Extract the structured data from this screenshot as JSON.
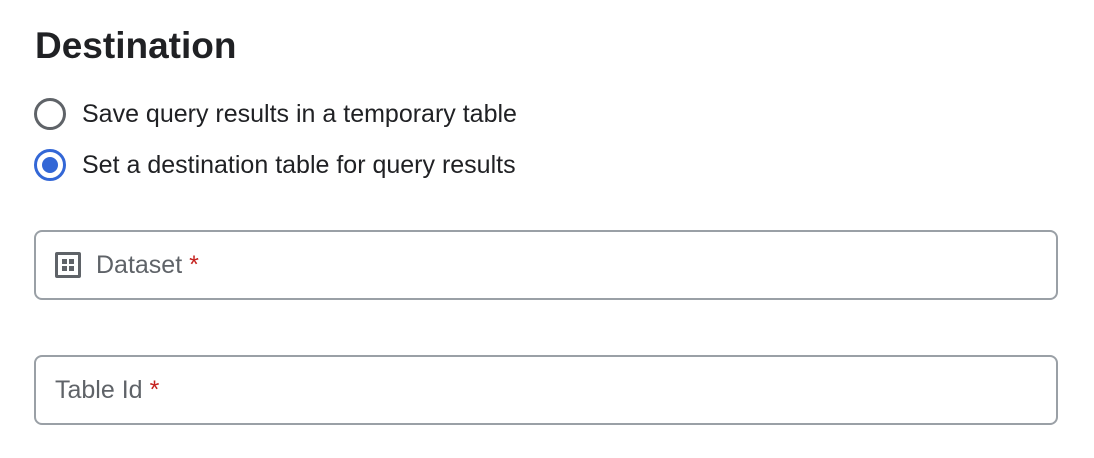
{
  "section": {
    "title": "Destination"
  },
  "destination_options": [
    {
      "label": "Save query results in a temporary table",
      "selected": false
    },
    {
      "label": "Set a destination table for query results",
      "selected": true
    }
  ],
  "fields": {
    "dataset": {
      "label": "Dataset",
      "required_marker": "*",
      "value": "",
      "icon": "dataset-icon"
    },
    "table_id": {
      "label": "Table Id",
      "required_marker": "*",
      "value": ""
    }
  },
  "colors": {
    "accent": "#3367d6",
    "required": "#c5221f",
    "border": "#9aa0a6",
    "text": "#202124",
    "muted": "#5f6368"
  }
}
